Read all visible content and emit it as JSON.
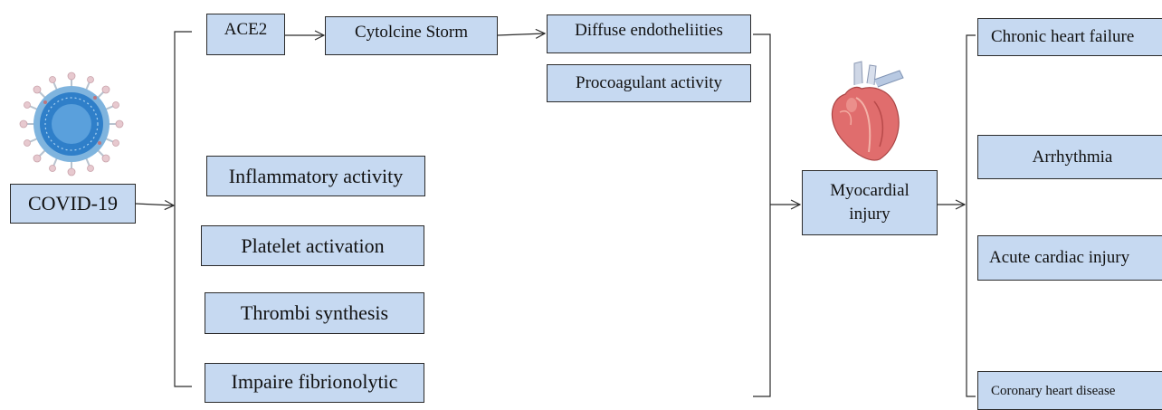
{
  "diagram": {
    "nodes": {
      "covid": "COVID-19",
      "ace2": "ACE2",
      "cytokine_storm": "Cytolcine Storm",
      "diffuse": "Diffuse endotheliities",
      "procoagulant": "Procoagulant activity",
      "inflammatory": "Inflammatory activity",
      "platelet": "Platelet activation",
      "thrombi": "Thrombi synthesis",
      "fibrinolytic": "Impaire fibrionolytic",
      "myocardial": "Myocardial injury",
      "chronic_hf": "Chronic heart failure",
      "arrhythmia": "Arrhythmia",
      "acute": "Acute cardiac injury",
      "coronary": "Coronary heart disease"
    },
    "illustrations": [
      "virus-icon",
      "heart-icon"
    ],
    "colors": {
      "box_fill": "#c6d9f1",
      "line": "#2b2b2b"
    }
  }
}
